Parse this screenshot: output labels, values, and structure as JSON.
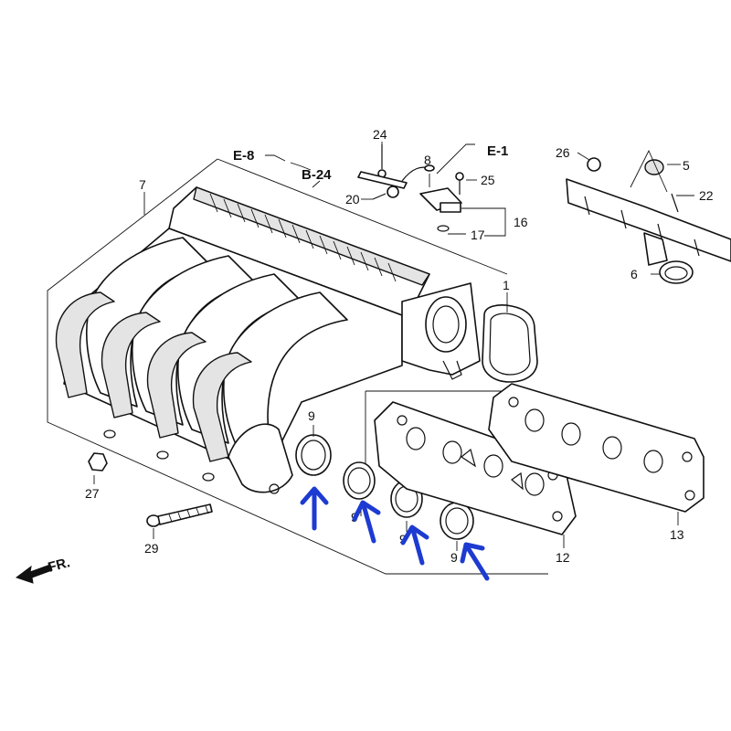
{
  "callouts": {
    "c1": "1",
    "c5": "5",
    "c6": "6",
    "c7": "7",
    "c8": "8",
    "c9a": "9",
    "c9b": "9",
    "c9c": "9",
    "c9d": "9",
    "c12": "12",
    "c13": "13",
    "c16": "16",
    "c17": "17",
    "c20": "20",
    "c22": "22",
    "c24": "24",
    "c25": "25",
    "c26": "26",
    "c27": "27",
    "c29": "29"
  },
  "refs": {
    "e8": "E-8",
    "b24": "B-24",
    "e1": "E-1"
  },
  "direction_label": "FR.",
  "colors": {
    "arrow_highlight": "#1d3bd1",
    "line": "#111111",
    "background": "#ffffff"
  }
}
